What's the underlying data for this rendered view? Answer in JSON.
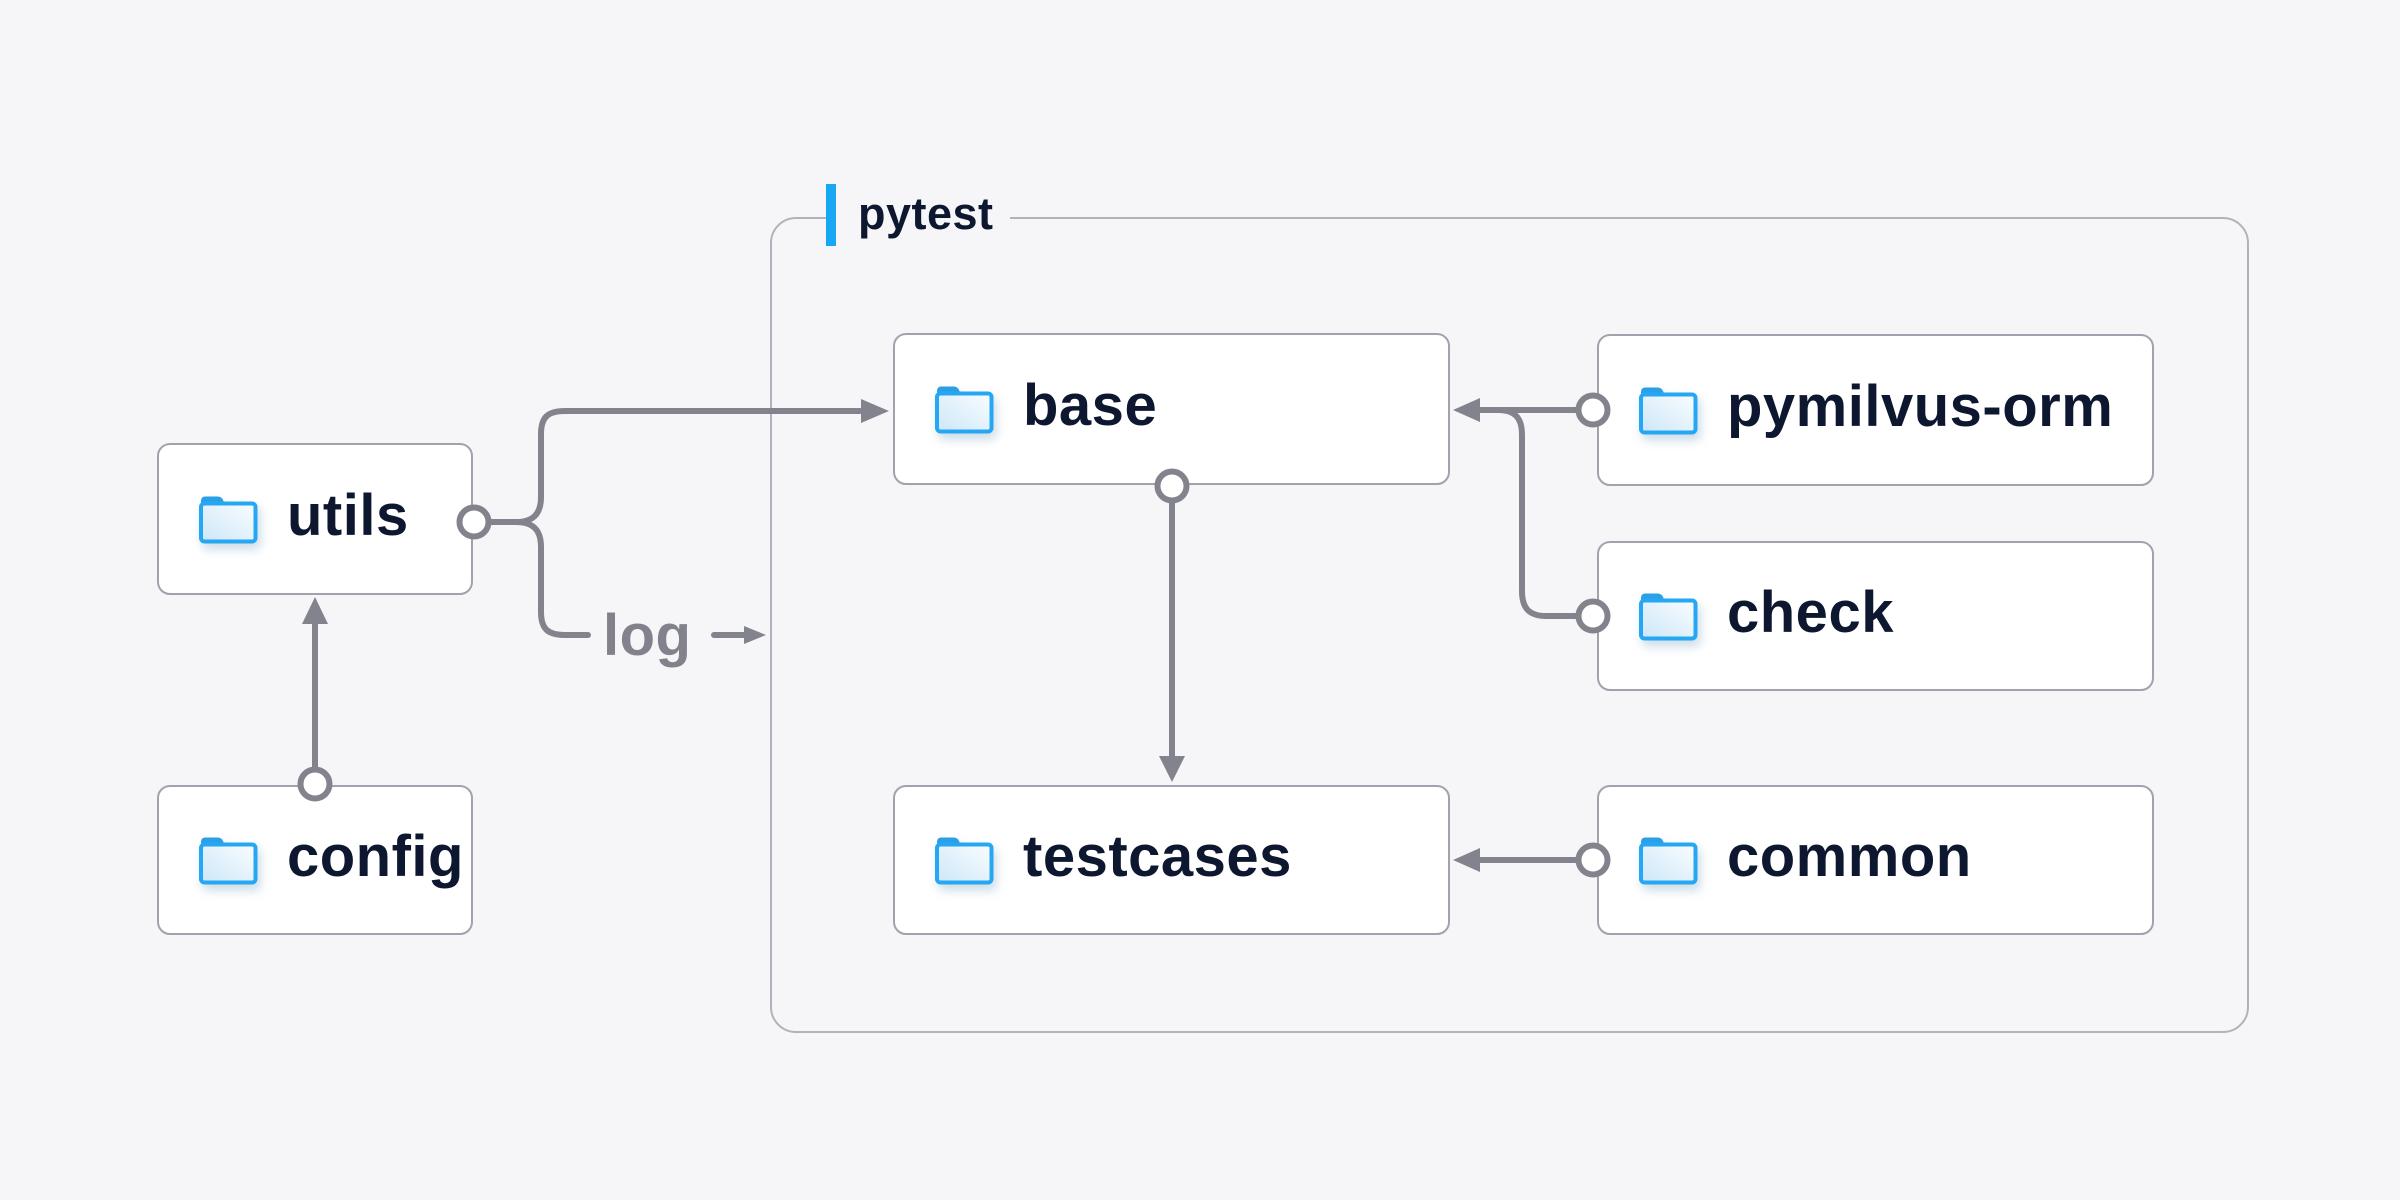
{
  "group": {
    "label": "pytest"
  },
  "nodes": {
    "utils": {
      "label": "utils",
      "icon": "folder-icon"
    },
    "config": {
      "label": "config",
      "icon": "folder-icon"
    },
    "base": {
      "label": "base",
      "icon": "folder-icon"
    },
    "testcases": {
      "label": "testcases",
      "icon": "folder-icon"
    },
    "pymilvus_orm": {
      "label": "pymilvus-orm",
      "icon": "folder-icon"
    },
    "check": {
      "label": "check",
      "icon": "folder-icon"
    },
    "common": {
      "label": "common",
      "icon": "folder-icon"
    }
  },
  "edges": [
    {
      "from": "config",
      "to": "utils",
      "marker_start": "circle",
      "marker_end": "arrow"
    },
    {
      "from": "utils",
      "to": "base",
      "marker_start": "circle",
      "marker_end": "arrow"
    },
    {
      "from": "utils",
      "to": "log",
      "label": "log",
      "marker_end": "arrow"
    },
    {
      "from": "base",
      "to": "testcases",
      "marker_start": "circle",
      "marker_end": "arrow"
    },
    {
      "from": "pymilvus-orm",
      "to": "base",
      "marker_start": "circle",
      "marker_end": "arrow"
    },
    {
      "from": "check",
      "to": "base",
      "marker_start": "circle",
      "marker_end": "arrow"
    },
    {
      "from": "common",
      "to": "testcases",
      "marker_start": "circle",
      "marker_end": "arrow"
    }
  ],
  "colors": {
    "background": "#f6f6f8",
    "node_background": "#ffffff",
    "node_border": "#a2a2ae",
    "group_border": "#b2b2bd",
    "connector": "#83838d",
    "node_label_text": "#0d1830",
    "edge_label_text": "#82828c",
    "accent_blue": "#18a7f3",
    "folder_blue": "#25a7f2"
  }
}
